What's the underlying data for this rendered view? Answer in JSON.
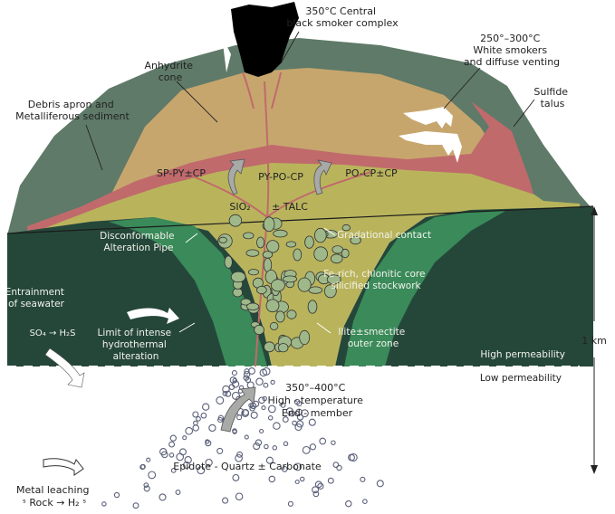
{
  "title": "Volcanogenic massive sulfide deposit cross-section",
  "colors": {
    "outer_mound": "#5f7a68",
    "sulfide_tan": "#c7a66e",
    "sulfide_red": "#c06a6c",
    "stockwork_yellow": "#b9b45c",
    "alteration_green": "#3a8a5a",
    "host_rock_dark": "#25473a",
    "clast_fill": "#9fb88a",
    "black_smoker": "#000000",
    "arrow_gray": "#a8aaa8",
    "bubble_stroke": "#5a6078"
  },
  "labels": {
    "black_smoker": [
      "350°C Central",
      "black smoker complex"
    ],
    "white_smokers": [
      "250°–300°C",
      "White smokers",
      "and diffuse venting"
    ],
    "sulfide_talus": [
      "Sulfide",
      "talus"
    ],
    "anhydrite_cone": [
      "Anhydrite",
      "cone"
    ],
    "debris_apron": [
      "Debris apron and",
      "Metalliferous sediment"
    ],
    "zone_left": "SP-PY±CP",
    "zone_center": "PY-PO-CP",
    "zone_right": "PO-CP±CP",
    "sio2": "SIO₂",
    "talc": "± TALC",
    "alteration_pipe": [
      "Disconformable",
      "Alteration Pipe"
    ],
    "gradational_contact": "Gradational contact",
    "chloritic_core": [
      "Fe-rich, chlonitic core",
      "silicified stockwork"
    ],
    "entrainment": [
      "Entrainment",
      "of seawater"
    ],
    "so4_h2s": "SO₄ → H₂S",
    "limit_alteration": [
      "Limit of intense",
      "hydrothermal",
      "alteration"
    ],
    "illite": [
      "Ilite±smectite",
      "outer zone"
    ],
    "high_perm": "High permeability",
    "low_perm": "Low permeability",
    "scale": "1 km",
    "end_member": [
      "350°–400°C",
      "High - temperature",
      "End - member"
    ],
    "epidote": "Epidote - Quartz ± Carbonate",
    "metal_leaching": [
      "Metal leaching",
      "ˢ Rock → H₂ ˢ"
    ]
  }
}
